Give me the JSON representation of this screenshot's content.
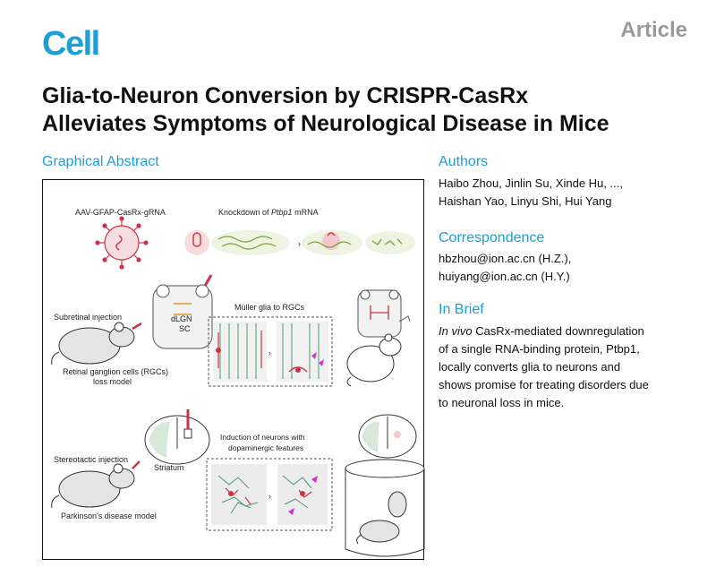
{
  "journal": "Cell",
  "article_type": "Article",
  "title_line1": "Glia-to-Neuron Conversion by CRISPR-CasRx",
  "title_line2": "Alleviates Symptoms of Neurological Disease in Mice",
  "graphical_abstract": {
    "heading": "Graphical Abstract",
    "labels": {
      "aav": "AAV-GFAP-CasRx-gRNA",
      "knockdown_pre": "Knockdown of ",
      "knockdown_gene": "Ptbp1",
      "knockdown_post": " mRNA",
      "subretinal": "Subretinal injection",
      "dlgn": "dLGN",
      "sc": "SC",
      "muller": "Müller glia to RGCs",
      "rgc_line1": "Retinal ganglion cells (RGCs)",
      "rgc_line2": "loss model",
      "stereotactic": "Stereotactic injection",
      "striatum": "Striatum",
      "induction_line1": "Induction of neurons with",
      "induction_line2": "dopaminergic features",
      "parkinsons": "Parkinson's disease model"
    }
  },
  "authors": {
    "heading": "Authors",
    "line1": "Haibo Zhou, Jinlin Su, Xinde Hu, ...,",
    "line2": "Haishan Yao, Linyu Shi, Hui Yang"
  },
  "correspondence": {
    "heading": "Correspondence",
    "line1": "hbzhou@ion.ac.cn (H.Z.),",
    "line2": "huiyang@ion.ac.cn (H.Y.)"
  },
  "in_brief": {
    "heading": "In Brief",
    "italic_lead": "In vivo",
    "line1_rest": " CasRx-mediated downregulation",
    "line2": "of a single RNA-binding protein, Ptbp1,",
    "line3": "locally converts glia to neurons and",
    "line4": "shows promise for treating disorders due",
    "line5": "to neuronal loss in mice."
  },
  "colors": {
    "brand": "#1a9fd9",
    "article_gray": "#9a9a9a",
    "virus_red": "#c8344a",
    "glia_green": "#4b9a6f"
  }
}
